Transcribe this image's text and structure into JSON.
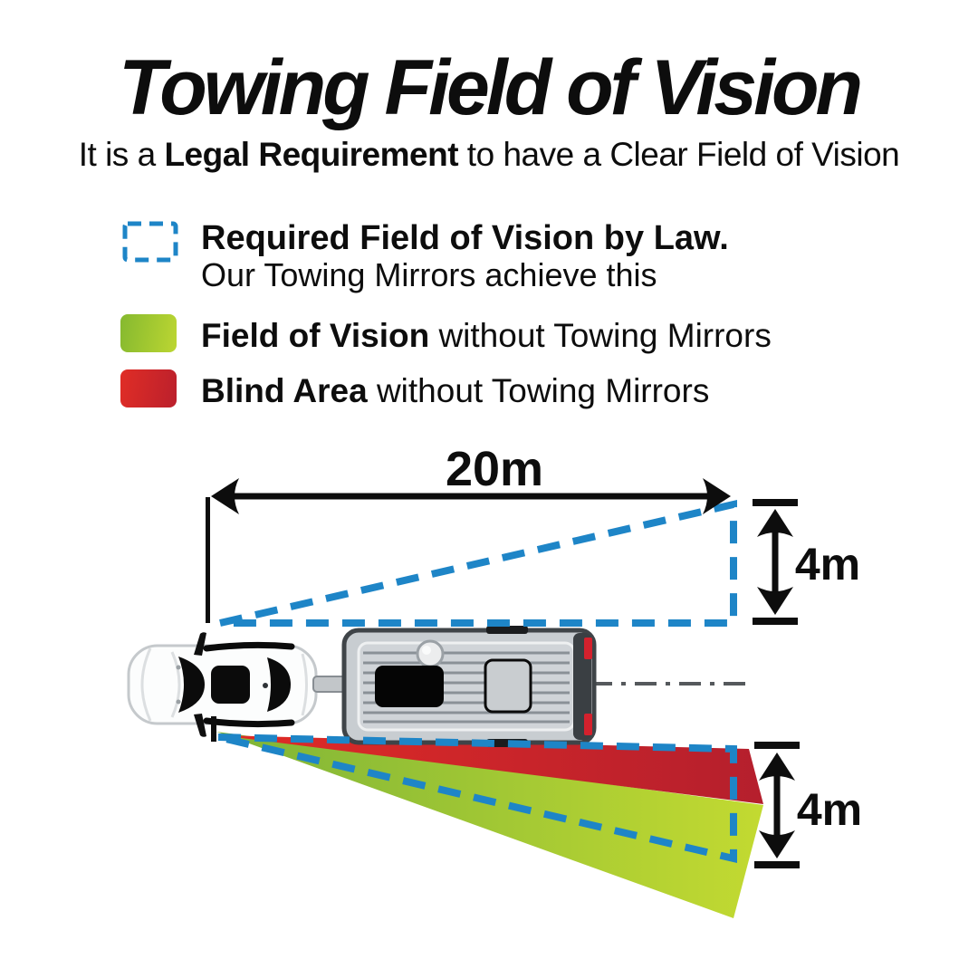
{
  "title": "Towing Field of Vision",
  "subtitle": {
    "prefix": "It is a ",
    "bold": "Legal Requirement",
    "suffix": " to have a Clear Field of Vision"
  },
  "legend": {
    "required": {
      "swatch": "dashed-blue-outline",
      "title": "Required Field of Vision by Law.",
      "subtitle": "Our Towing Mirrors achieve this"
    },
    "field_of_vision": {
      "swatch": "green-gradient",
      "bold": "Field of Vision",
      "rest": " without Towing Mirrors"
    },
    "blind_area": {
      "swatch": "red-gradient",
      "bold": "Blind Area",
      "rest": " without Towing Mirrors"
    }
  },
  "diagram": {
    "distance_label": "20m",
    "top_offset_label": "4m",
    "bottom_offset_label": "4m",
    "vehicles": [
      "car-top-view",
      "caravan-top-view"
    ]
  },
  "colors": {
    "dash_blue": "#1e85c7",
    "green_start": "#7eb437",
    "green_end": "#c3da31",
    "red_start": "#e12b26",
    "red_end": "#b51f2d",
    "text_black": "#0d0d0d",
    "caravan_body_gray": "#c8cdd1",
    "caravan_frame_gray": "#3f4448",
    "centerline_gray": "#55595c"
  }
}
